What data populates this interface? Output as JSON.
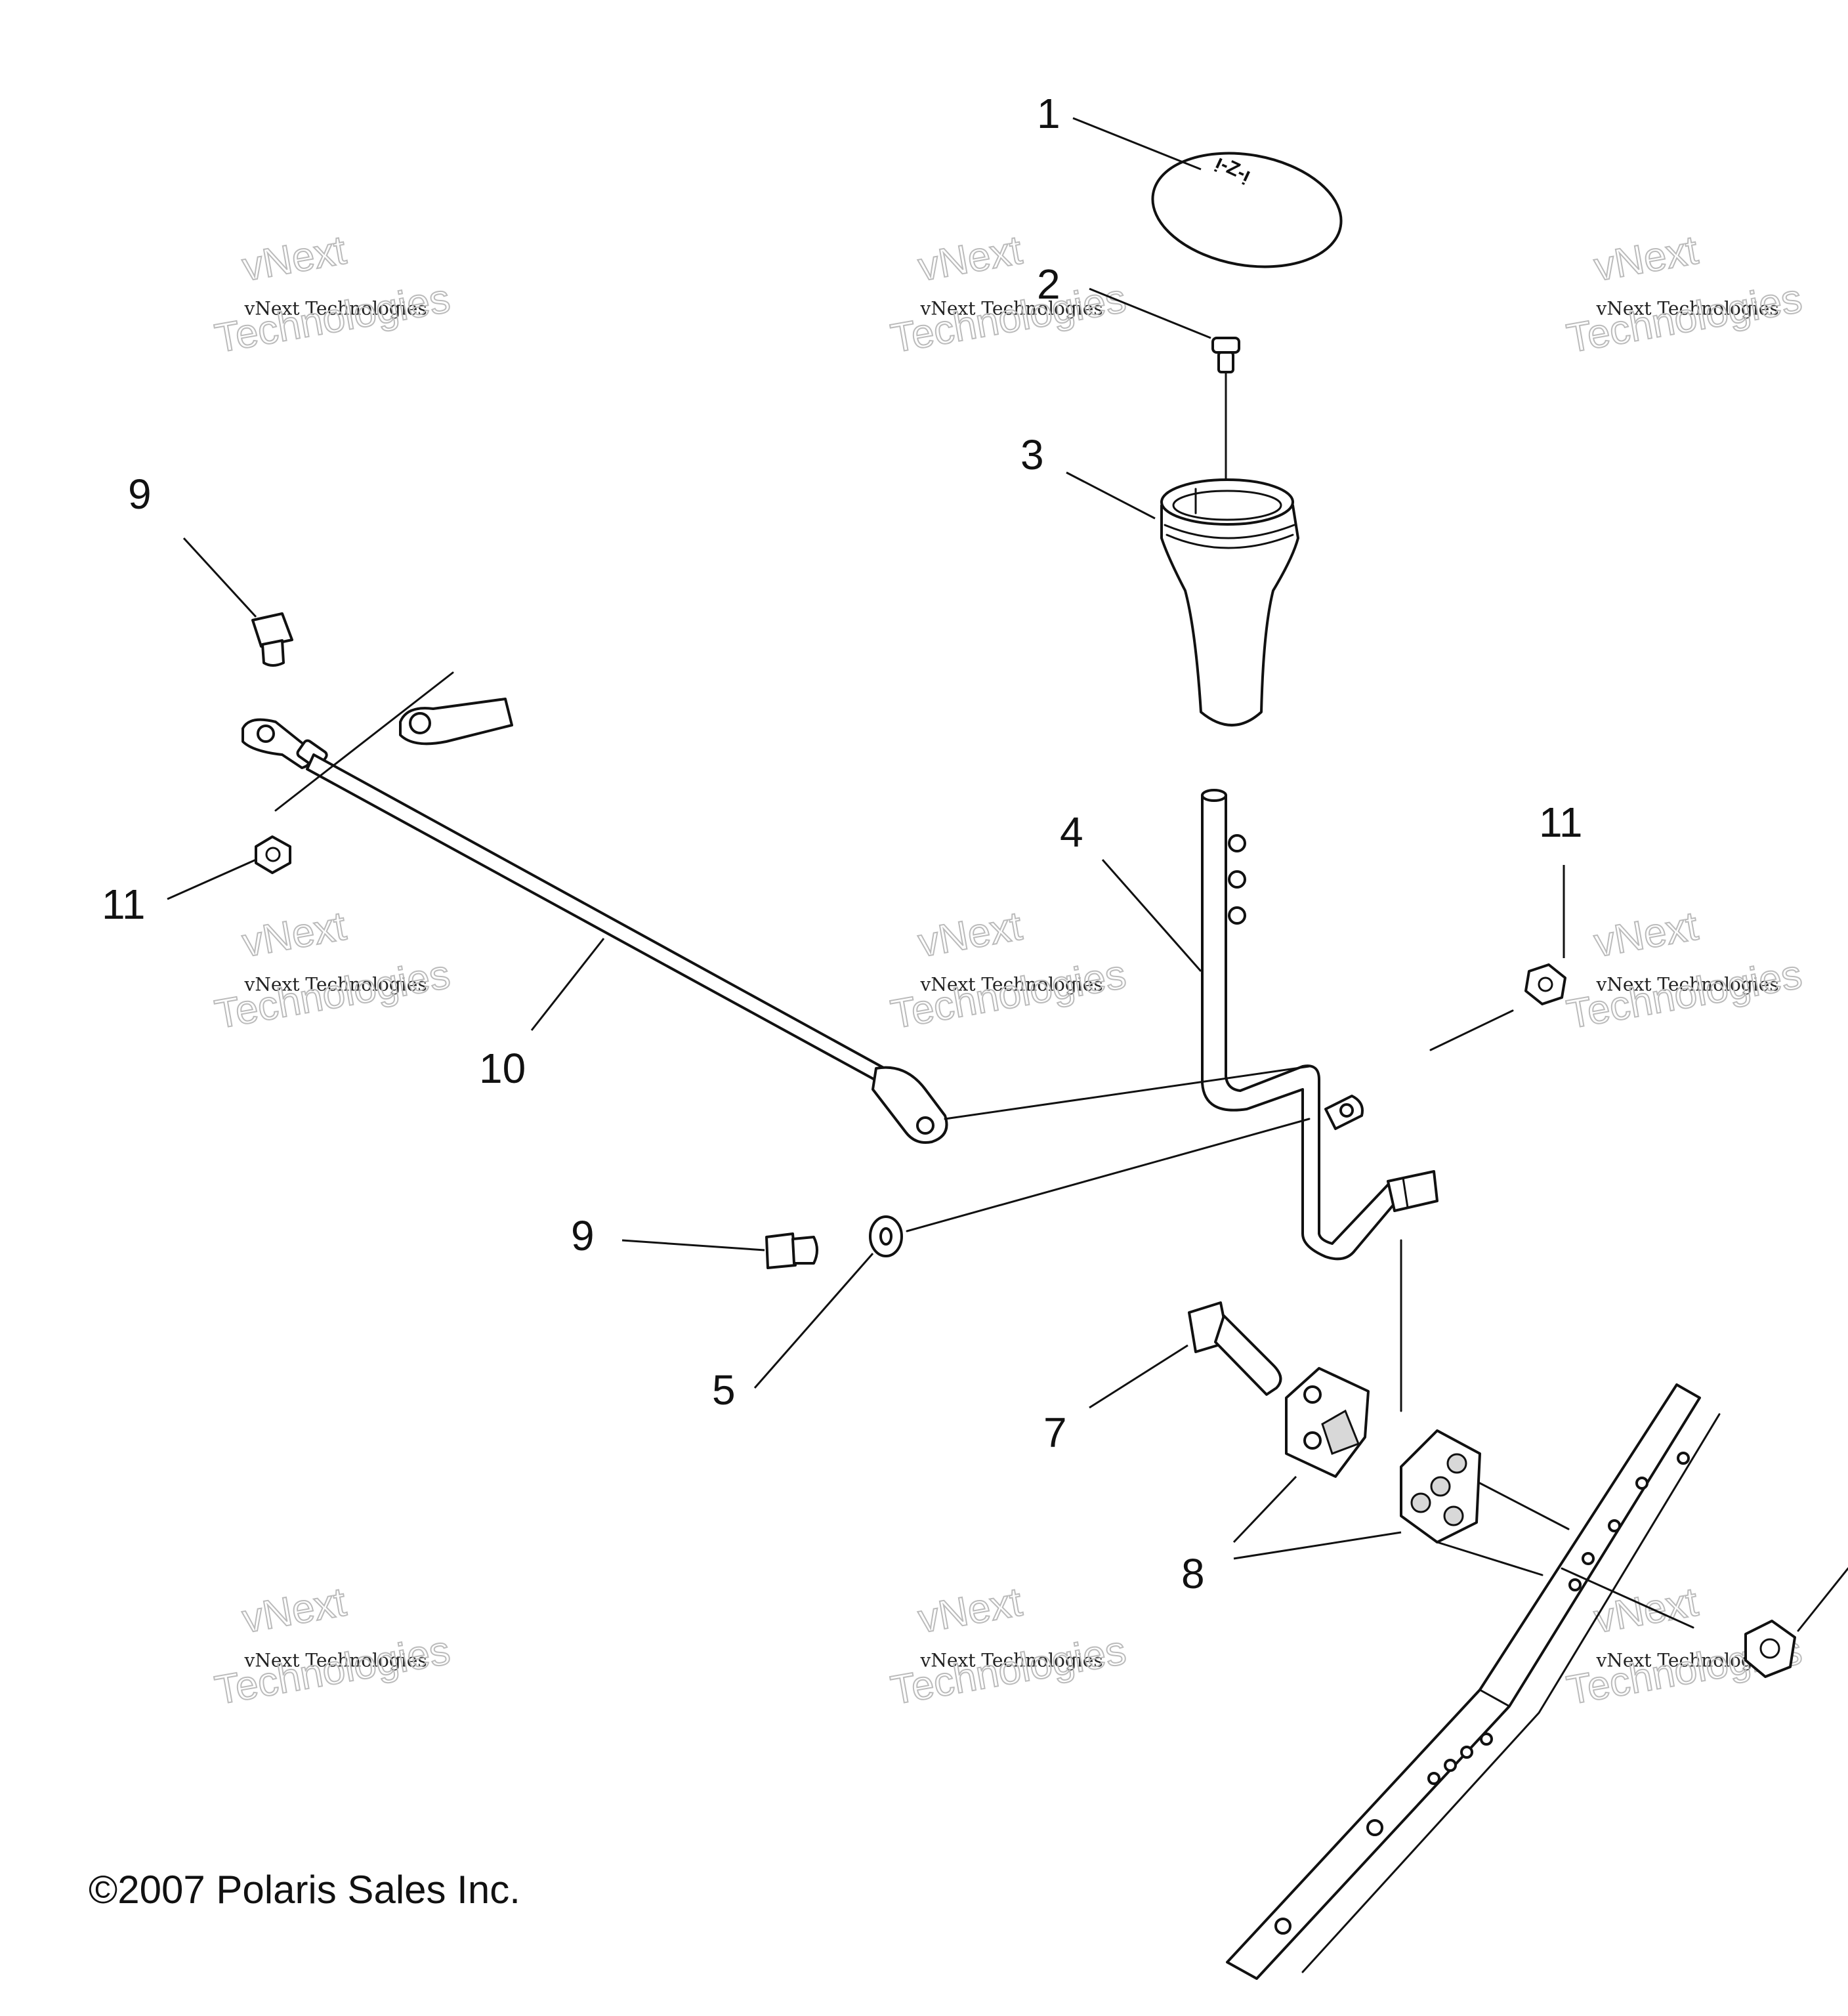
{
  "callouts": [
    "1",
    "2",
    "3",
    "4",
    "5",
    "7",
    "8",
    "9",
    "10",
    "11"
  ],
  "watermark": {
    "line1": "vNext Technologies",
    "line2": "vNext",
    "line3": "Technologies"
  },
  "copyright": "©2007 Polaris Sales Inc."
}
